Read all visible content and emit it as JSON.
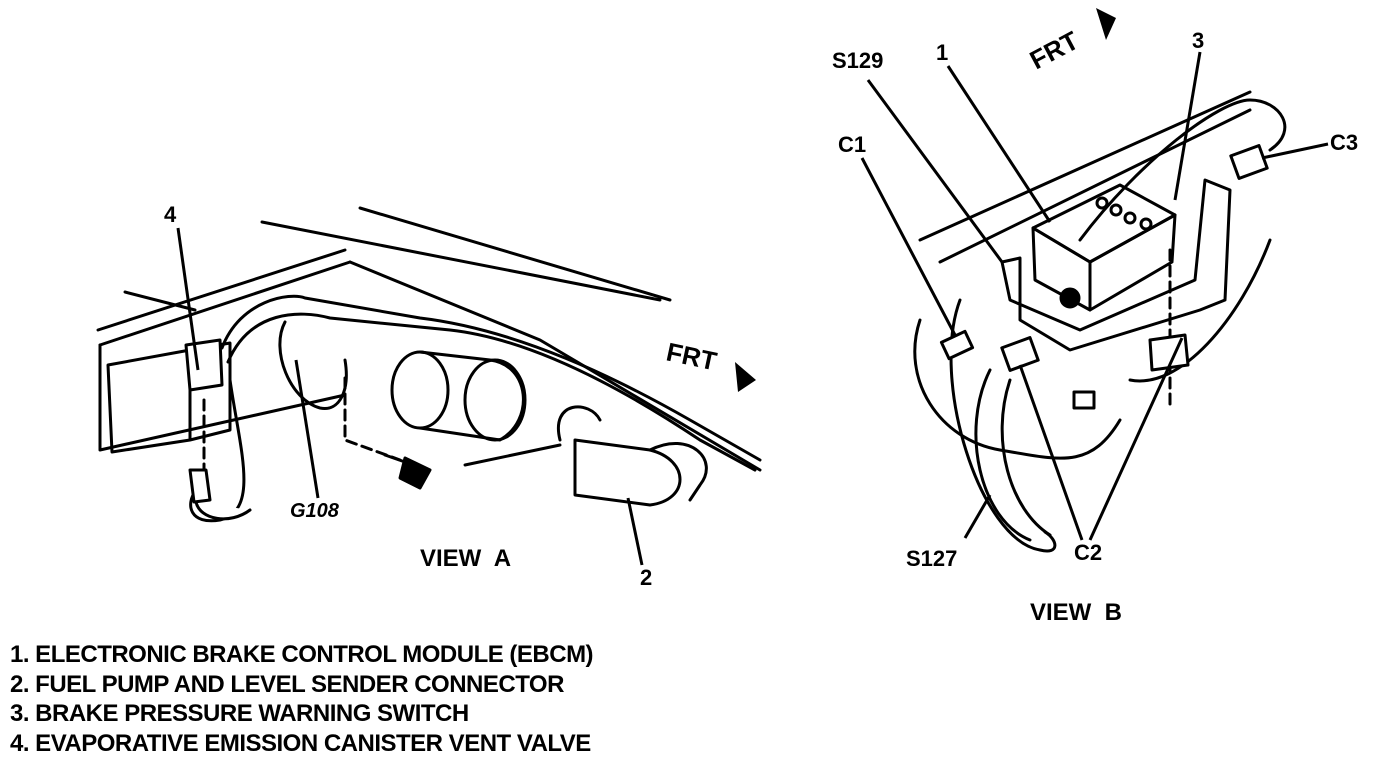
{
  "view_a": {
    "title": "VIEW  A",
    "frt": "FRT",
    "callouts": {
      "c4": "4",
      "g108": "G108",
      "c2": "2"
    }
  },
  "view_b": {
    "title": "VIEW  B",
    "frt": "FRT",
    "callouts": {
      "s129": "S129",
      "c1_num": "1",
      "c3_num": "3",
      "c3": "C3",
      "c1": "C1",
      "s127": "S127",
      "c2": "C2"
    }
  },
  "legend": [
    "1. ELECTRONIC BRAKE CONTROL MODULE (EBCM)",
    "2. FUEL PUMP AND LEVEL SENDER CONNECTOR",
    "3. BRAKE PRESSURE WARNING SWITCH",
    "4. EVAPORATIVE EMISSION CANISTER VENT VALVE"
  ]
}
